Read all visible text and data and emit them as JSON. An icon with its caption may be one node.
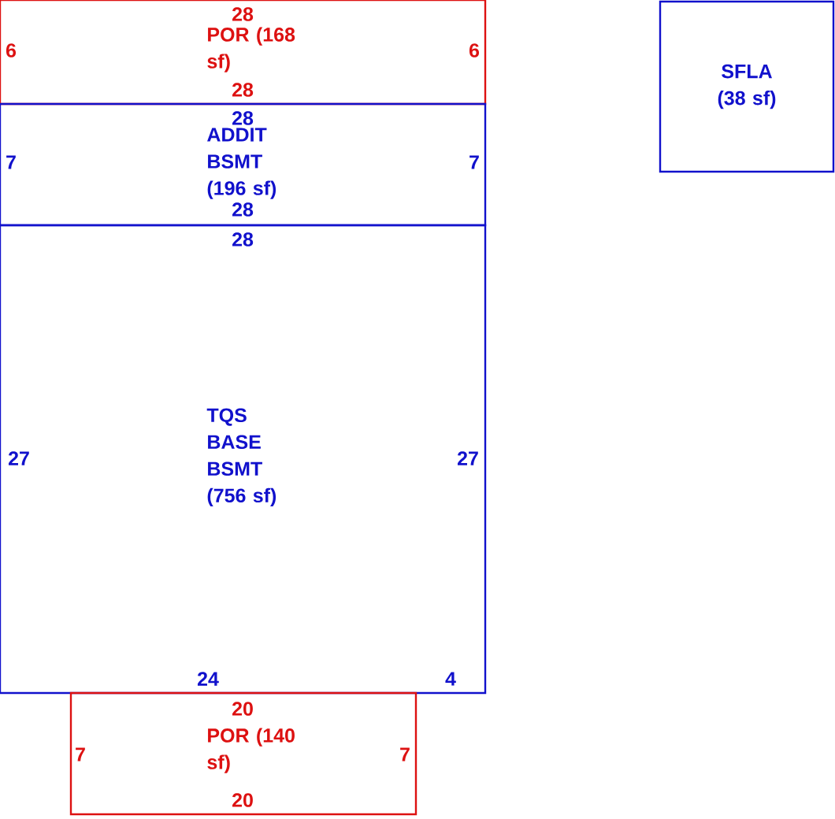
{
  "diagram": {
    "nodes": [
      {
        "text": [
          "28",
          "6",
          "POR (168 sf)",
          "6",
          "28"
        ]
      },
      {
        "text": [
          "28",
          "7",
          "ADDIT BSMT (196 sf)",
          "7",
          "28"
        ]
      },
      {
        "text": [
          "28",
          "27",
          "TQS BASE BSMT (756 sf)",
          "27",
          "24",
          "4"
        ]
      },
      {
        "text": [
          "20",
          "7",
          "POR (140 sf)",
          "7",
          "20"
        ]
      },
      {
        "text": [
          "SFLA (38 sf)"
        ]
      }
    ]
  }
}
